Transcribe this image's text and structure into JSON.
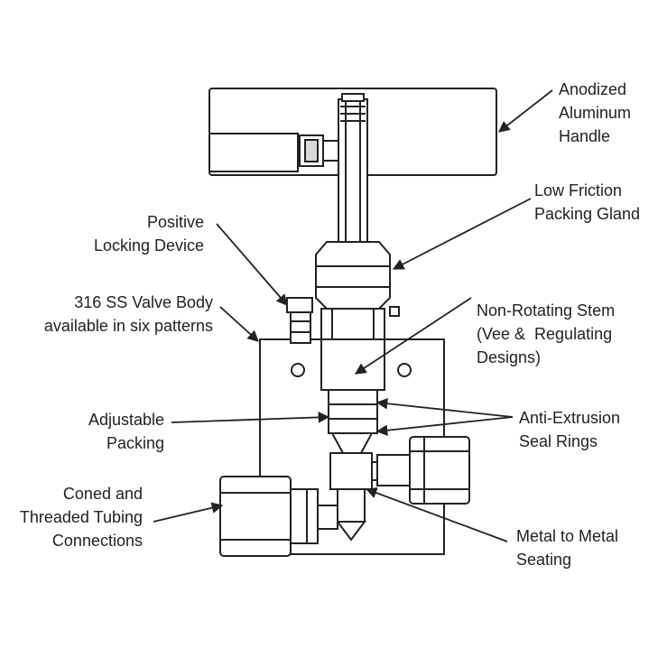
{
  "labels": {
    "handle": "Anodized\nAluminum\nHandle",
    "packing_gland": "Low Friction\nPacking Gland",
    "locking_device": "Positive\nLocking Device",
    "valve_body": "316 SS Valve Body\navailable in six patterns",
    "stem": "Non-Rotating Stem\n(Vee &  Regulating\nDesigns)",
    "adjustable_packing": "Adjustable\nPacking",
    "seal_rings": "Anti-Extrusion\nSeal Rings",
    "tubing_connections": "Coned and\nThreaded Tubing\nConnections",
    "seating": "Metal to Metal\nSeating"
  },
  "colors": {
    "line": "#222222",
    "fill": "#ffffff",
    "shade": "#d9d9d9",
    "text": "#222222"
  }
}
